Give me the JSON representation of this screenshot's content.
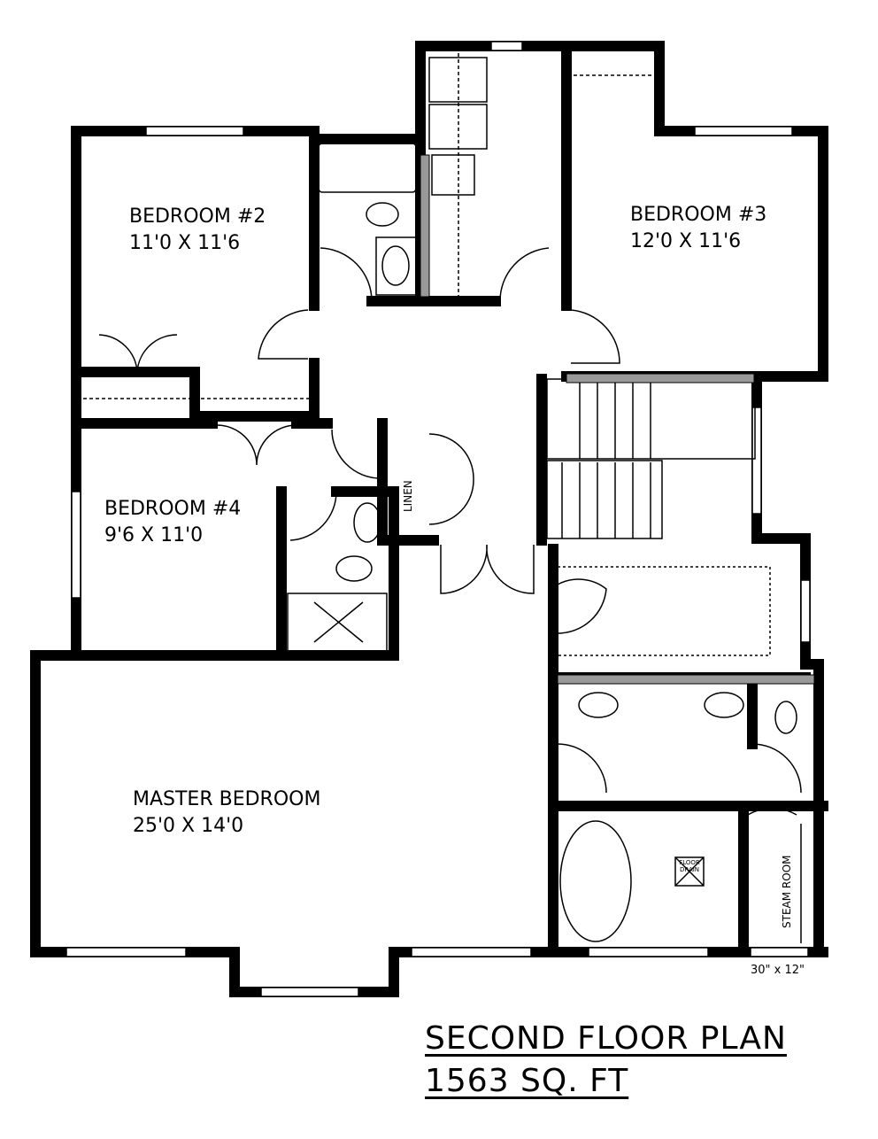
{
  "rooms": [
    {
      "name": "BEDROOM #2",
      "size": "11'0 X 11'6"
    },
    {
      "name": "BEDROOM #3",
      "size": "12'0 X 11'6"
    },
    {
      "name": "BEDROOM #4",
      "size": "9'6 X 11'0"
    },
    {
      "name": "MASTER BEDROOM",
      "size": "25'0 X 14'0"
    }
  ],
  "labels": {
    "linen": "LINEN",
    "steam_room": "STEAM ROOM",
    "floor_drain": "FLOOR DRAIN",
    "window_size": "30\" x 12\""
  },
  "title": {
    "line1": "SECOND  FLOOR  PLAN",
    "line2": "1563 SQ. FT"
  },
  "colors": {
    "wall": "#000000",
    "background": "#ffffff"
  }
}
